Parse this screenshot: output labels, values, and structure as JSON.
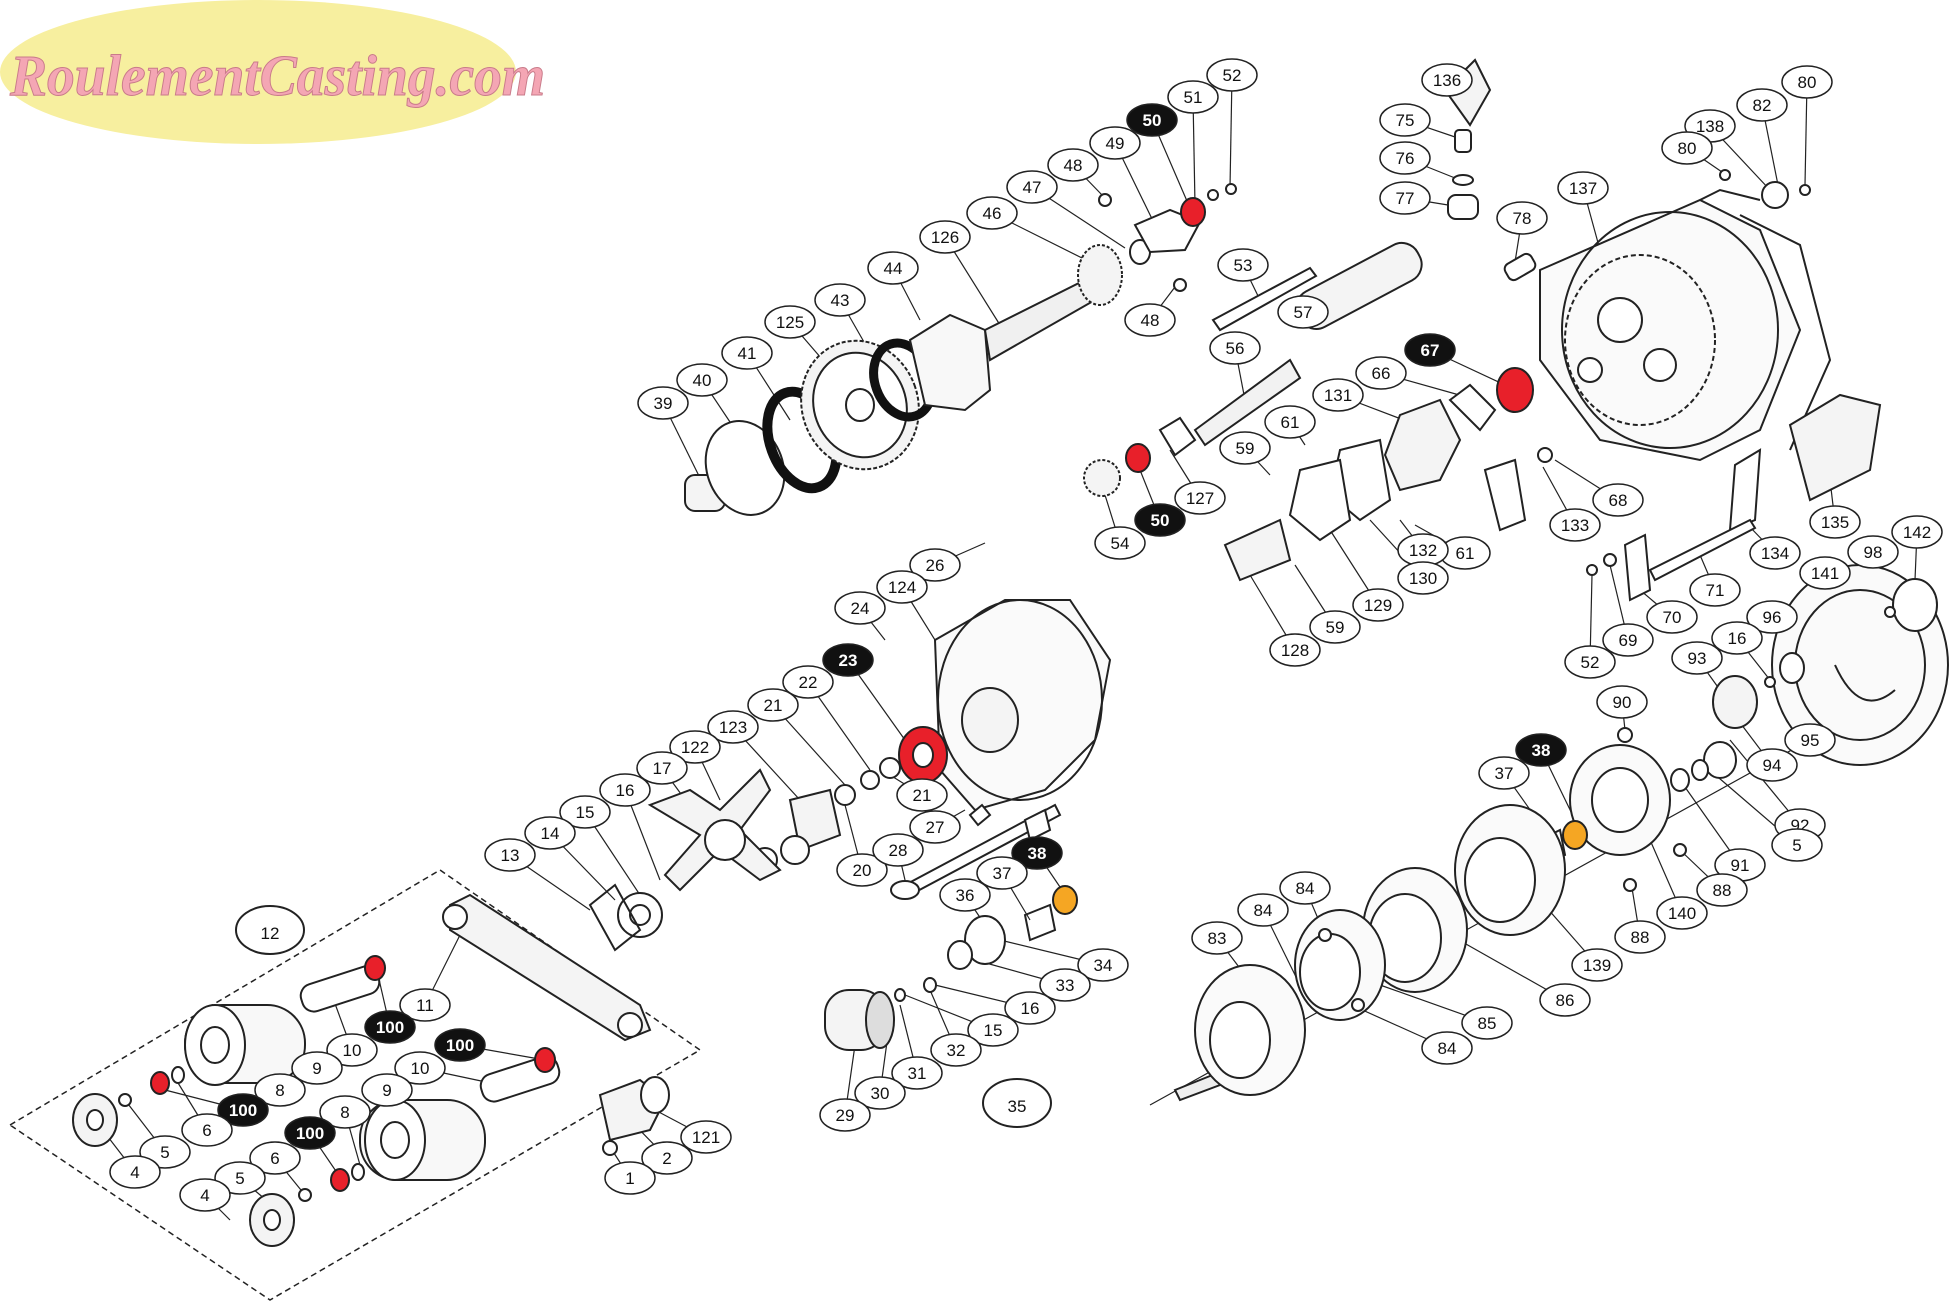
{
  "logo": {
    "text": "RoulementCasting.com",
    "text_color": "#f4a6b4",
    "ellipse_color": "#f7ef9f"
  },
  "colors": {
    "line": "#222222",
    "bearing_red": "#e8202a",
    "bearing_orange": "#f5a623",
    "part_fill": "#f0f0f0"
  },
  "callouts": [
    {
      "id": "c136",
      "label": "136",
      "style": "outline"
    },
    {
      "id": "c75",
      "label": "75",
      "style": "outline"
    },
    {
      "id": "c76",
      "label": "76",
      "style": "outline"
    },
    {
      "id": "c77",
      "label": "77",
      "style": "outline"
    },
    {
      "id": "c80a",
      "label": "80",
      "style": "outline"
    },
    {
      "id": "c82",
      "label": "82",
      "style": "outline"
    },
    {
      "id": "c138",
      "label": "138",
      "style": "outline"
    },
    {
      "id": "c80b",
      "label": "80",
      "style": "outline"
    },
    {
      "id": "c137",
      "label": "137",
      "style": "outline"
    },
    {
      "id": "c78",
      "label": "78",
      "style": "outline"
    },
    {
      "id": "c52a",
      "label": "52",
      "style": "outline"
    },
    {
      "id": "c51",
      "label": "51",
      "style": "outline"
    },
    {
      "id": "c50a",
      "label": "50",
      "style": "filled"
    },
    {
      "id": "c49",
      "label": "49",
      "style": "outline"
    },
    {
      "id": "c48a",
      "label": "48",
      "style": "outline"
    },
    {
      "id": "c47",
      "label": "47",
      "style": "outline"
    },
    {
      "id": "c46",
      "label": "46",
      "style": "outline"
    },
    {
      "id": "c126",
      "label": "126",
      "style": "outline"
    },
    {
      "id": "c48b",
      "label": "48",
      "style": "outline"
    },
    {
      "id": "c53",
      "label": "53",
      "style": "outline"
    },
    {
      "id": "c57",
      "label": "57",
      "style": "outline"
    },
    {
      "id": "c44",
      "label": "44",
      "style": "outline"
    },
    {
      "id": "c43",
      "label": "43",
      "style": "outline"
    },
    {
      "id": "c125",
      "label": "125",
      "style": "outline"
    },
    {
      "id": "c41",
      "label": "41",
      "style": "outline"
    },
    {
      "id": "c40",
      "label": "40",
      "style": "outline"
    },
    {
      "id": "c39",
      "label": "39",
      "style": "outline"
    },
    {
      "id": "c56",
      "label": "56",
      "style": "outline"
    },
    {
      "id": "c67",
      "label": "67",
      "style": "filled"
    },
    {
      "id": "c66",
      "label": "66",
      "style": "outline"
    },
    {
      "id": "c131",
      "label": "131",
      "style": "outline"
    },
    {
      "id": "c61a",
      "label": "61",
      "style": "outline"
    },
    {
      "id": "c59a",
      "label": "59",
      "style": "outline"
    },
    {
      "id": "c127",
      "label": "127",
      "style": "outline"
    },
    {
      "id": "c50b",
      "label": "50",
      "style": "filled"
    },
    {
      "id": "c54",
      "label": "54",
      "style": "outline"
    },
    {
      "id": "c68",
      "label": "68",
      "style": "outline"
    },
    {
      "id": "c133",
      "label": "133",
      "style": "outline"
    },
    {
      "id": "c61b",
      "label": "61",
      "style": "outline"
    },
    {
      "id": "c132",
      "label": "132",
      "style": "outline"
    },
    {
      "id": "c130",
      "label": "130",
      "style": "outline"
    },
    {
      "id": "c129",
      "label": "129",
      "style": "outline"
    },
    {
      "id": "c59b",
      "label": "59",
      "style": "outline"
    },
    {
      "id": "c128",
      "label": "128",
      "style": "outline"
    },
    {
      "id": "c135",
      "label": "135",
      "style": "outline"
    },
    {
      "id": "c134",
      "label": "134",
      "style": "outline"
    },
    {
      "id": "c71",
      "label": "71",
      "style": "outline"
    },
    {
      "id": "c70",
      "label": "70",
      "style": "outline"
    },
    {
      "id": "c69",
      "label": "69",
      "style": "outline"
    },
    {
      "id": "c52b",
      "label": "52",
      "style": "outline"
    },
    {
      "id": "c142",
      "label": "142",
      "style": "outline"
    },
    {
      "id": "c98",
      "label": "98",
      "style": "outline"
    },
    {
      "id": "c141",
      "label": "141",
      "style": "outline"
    },
    {
      "id": "c96",
      "label": "96",
      "style": "outline"
    },
    {
      "id": "c16a",
      "label": "16",
      "style": "outline"
    },
    {
      "id": "c93",
      "label": "93",
      "style": "outline"
    },
    {
      "id": "c95",
      "label": "95",
      "style": "outline"
    },
    {
      "id": "c94",
      "label": "94",
      "style": "outline"
    },
    {
      "id": "c90",
      "label": "90",
      "style": "outline"
    },
    {
      "id": "c92",
      "label": "92",
      "style": "outline"
    },
    {
      "id": "c5a",
      "label": "5",
      "style": "outline"
    },
    {
      "id": "c91",
      "label": "91",
      "style": "outline"
    },
    {
      "id": "c38a",
      "label": "38",
      "style": "filled"
    },
    {
      "id": "c37a",
      "label": "37",
      "style": "outline"
    },
    {
      "id": "c88a",
      "label": "88",
      "style": "outline"
    },
    {
      "id": "c140",
      "label": "140",
      "style": "outline"
    },
    {
      "id": "c88b",
      "label": "88",
      "style": "outline"
    },
    {
      "id": "c139",
      "label": "139",
      "style": "outline"
    },
    {
      "id": "c86",
      "label": "86",
      "style": "outline"
    },
    {
      "id": "c85",
      "label": "85",
      "style": "outline"
    },
    {
      "id": "c84a",
      "label": "84",
      "style": "outline"
    },
    {
      "id": "c84b",
      "label": "84",
      "style": "outline"
    },
    {
      "id": "c84c",
      "label": "84",
      "style": "outline"
    },
    {
      "id": "c83",
      "label": "83",
      "style": "outline"
    },
    {
      "id": "c26",
      "label": "26",
      "style": "outline"
    },
    {
      "id": "c124",
      "label": "124",
      "style": "outline"
    },
    {
      "id": "c24",
      "label": "24",
      "style": "outline"
    },
    {
      "id": "c23",
      "label": "23",
      "style": "filled"
    },
    {
      "id": "c22",
      "label": "22",
      "style": "outline"
    },
    {
      "id": "c21a",
      "label": "21",
      "style": "outline"
    },
    {
      "id": "c123",
      "label": "123",
      "style": "outline"
    },
    {
      "id": "c122",
      "label": "122",
      "style": "outline"
    },
    {
      "id": "c17",
      "label": "17",
      "style": "outline"
    },
    {
      "id": "c21b",
      "label": "21",
      "style": "outline"
    },
    {
      "id": "c20",
      "label": "20",
      "style": "outline"
    },
    {
      "id": "c27",
      "label": "27",
      "style": "outline"
    },
    {
      "id": "c28",
      "label": "28",
      "style": "outline"
    },
    {
      "id": "c38b",
      "label": "38",
      "style": "filled"
    },
    {
      "id": "c37b",
      "label": "37",
      "style": "outline"
    },
    {
      "id": "c36",
      "label": "36",
      "style": "outline"
    },
    {
      "id": "c34",
      "label": "34",
      "style": "outline"
    },
    {
      "id": "c33",
      "label": "33",
      "style": "outline"
    },
    {
      "id": "c16b",
      "label": "16",
      "style": "outline"
    },
    {
      "id": "c15b",
      "label": "15",
      "style": "outline"
    },
    {
      "id": "c32",
      "label": "32",
      "style": "outline"
    },
    {
      "id": "c31",
      "label": "31",
      "style": "outline"
    },
    {
      "id": "c30",
      "label": "30",
      "style": "outline"
    },
    {
      "id": "c29",
      "label": "29",
      "style": "outline"
    },
    {
      "id": "c35",
      "label": "35",
      "style": "large"
    },
    {
      "id": "c16c",
      "label": "16",
      "style": "outline"
    },
    {
      "id": "c15a",
      "label": "15",
      "style": "outline"
    },
    {
      "id": "c14",
      "label": "14",
      "style": "outline"
    },
    {
      "id": "c13",
      "label": "13",
      "style": "outline"
    },
    {
      "id": "c12",
      "label": "12",
      "style": "large"
    },
    {
      "id": "c11",
      "label": "11",
      "style": "outline"
    },
    {
      "id": "c100a",
      "label": "100",
      "style": "filled"
    },
    {
      "id": "c10a",
      "label": "10",
      "style": "outline"
    },
    {
      "id": "c9a",
      "label": "9",
      "style": "outline"
    },
    {
      "id": "c8a",
      "label": "8",
      "style": "outline"
    },
    {
      "id": "c100b",
      "label": "100",
      "style": "filled"
    },
    {
      "id": "c100c",
      "label": "100",
      "style": "filled"
    },
    {
      "id": "c10b",
      "label": "10",
      "style": "outline"
    },
    {
      "id": "c6a",
      "label": "6",
      "style": "outline"
    },
    {
      "id": "c5b",
      "label": "5",
      "style": "outline"
    },
    {
      "id": "c4a",
      "label": "4",
      "style": "outline"
    },
    {
      "id": "c9b",
      "label": "9",
      "style": "outline"
    },
    {
      "id": "c8b",
      "label": "8",
      "style": "outline"
    },
    {
      "id": "c100d",
      "label": "100",
      "style": "filled"
    },
    {
      "id": "c6b",
      "label": "6",
      "style": "outline"
    },
    {
      "id": "c5c",
      "label": "5",
      "style": "outline"
    },
    {
      "id": "c4b",
      "label": "4",
      "style": "outline"
    },
    {
      "id": "c121",
      "label": "121",
      "style": "outline"
    },
    {
      "id": "c2",
      "label": "2",
      "style": "outline"
    },
    {
      "id": "c1",
      "label": "1",
      "style": "outline"
    }
  ]
}
